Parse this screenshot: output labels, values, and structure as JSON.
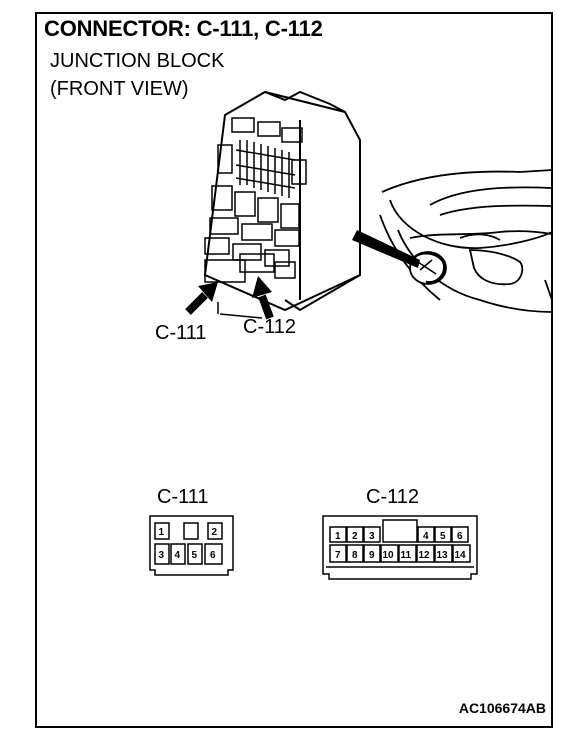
{
  "title": "CONNECTOR: C-111, C-112",
  "subtitle_line1": "JUNCTION BLOCK",
  "subtitle_line2": "(FRONT VIEW)",
  "callouts": {
    "c111": "C-111",
    "c112": "C-112"
  },
  "connectors": {
    "c111": {
      "label": "C-111",
      "top_pins": [
        "1",
        "",
        "2"
      ],
      "bottom_pins": [
        "3",
        "4",
        "5",
        "6"
      ]
    },
    "c112": {
      "label": "C-112",
      "top_pins": [
        "1",
        "2",
        "3",
        "",
        "4",
        "5",
        "6"
      ],
      "bottom_pins": [
        "7",
        "8",
        "9",
        "10",
        "11",
        "12",
        "13",
        "14"
      ]
    }
  },
  "figure_code": "AC106674AB"
}
